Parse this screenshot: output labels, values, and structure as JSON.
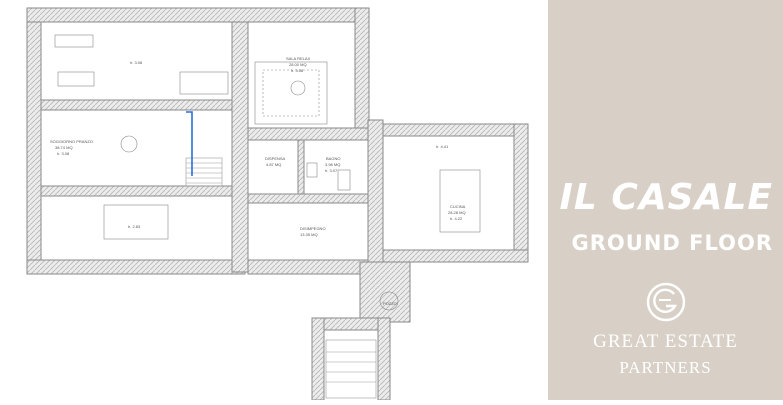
{
  "panel": {
    "title": "IL CASALE",
    "subtitle": "GROUND FLOOR",
    "brand_line1": "GREAT ESTATE",
    "brand_line2": "PARTNERS",
    "logo_icon": "ge-monogram-icon",
    "background": "#d8d0c6",
    "text_color": "#ffffff"
  },
  "plan": {
    "wall_color": "#8a8a8a",
    "hatch_color": "#b5b5b5",
    "accent_color": "#2a6fd6",
    "rooms": [
      {
        "id": "room-top-left",
        "lines": [
          "h. 3.08"
        ]
      },
      {
        "id": "room-sala-relax",
        "lines": [
          "SALA RELAX",
          "28.00 MQ",
          "h. 3.08"
        ]
      },
      {
        "id": "room-soggiorno",
        "lines": [
          "SOGGIORNO PRANZO",
          "38.74 MQ",
          "h. 3.08"
        ]
      },
      {
        "id": "room-dispensa",
        "lines": [
          "DISPENSA",
          "4.87 MQ"
        ]
      },
      {
        "id": "room-bagno",
        "lines": [
          "BAGNO",
          "3.98 MQ",
          "h. 3.07"
        ]
      },
      {
        "id": "room-disimpegno",
        "lines": [
          "DISIMPEGNO",
          "13.35 MQ"
        ]
      },
      {
        "id": "room-cucina",
        "lines": [
          "CUCINA",
          "28.28 MQ",
          "h. 4.22"
        ]
      },
      {
        "id": "room-dining",
        "lines": [
          "h. 2.83"
        ]
      },
      {
        "id": "room-pozzo",
        "lines": [
          "POZZO"
        ]
      },
      {
        "id": "room-right-top",
        "lines": [
          "h. 4.41"
        ]
      }
    ]
  }
}
